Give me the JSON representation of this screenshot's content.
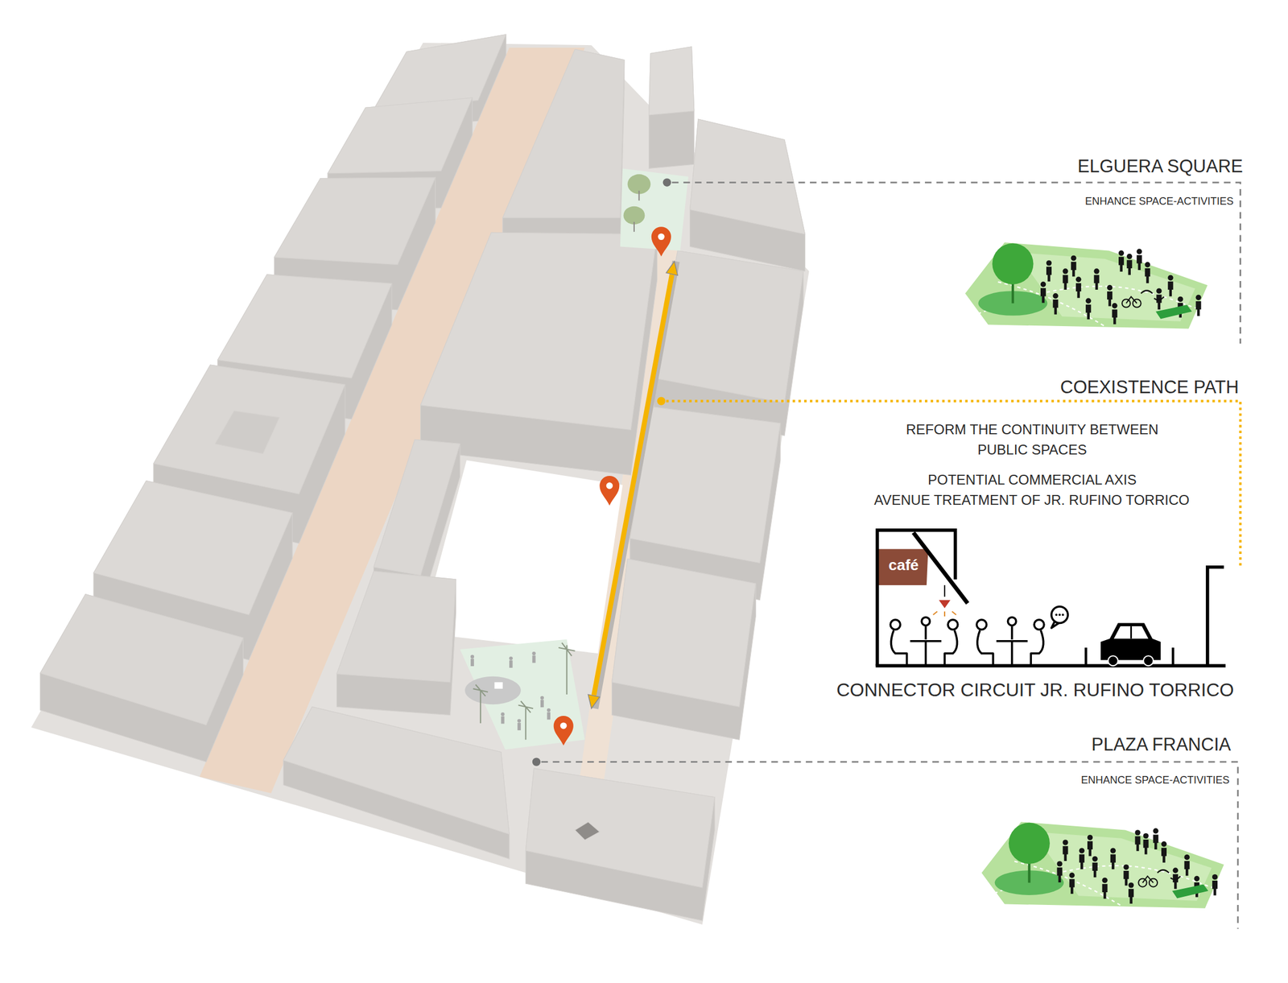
{
  "diagram": {
    "labels": [
      "ELGUERA SQUARE",
      "ENHANCE SPACE-ACTIVITIES",
      "COEXISTENCE PATH",
      "REFORM THE CONTINUITY BETWEEN PUBLIC SPACES",
      "POTENTIAL COMMERCIAL AXIS",
      "AVENUE TREATMENT OF JR. RUFINO TORRICO",
      "café",
      "CONNECTOR CIRCUIT JR. RUFINO TORRICO",
      "PLAZA FRANCIA",
      "ENHANCE SPACE-ACTIVITIES"
    ]
  }
}
